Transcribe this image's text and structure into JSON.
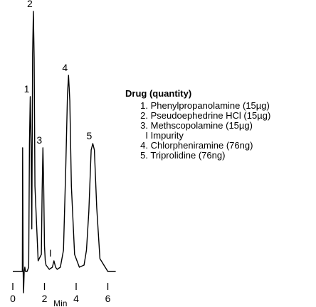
{
  "chart_data": {
    "type": "line",
    "title": "",
    "xlabel": "Min",
    "ylabel": "",
    "xlim": [
      0,
      6.5
    ],
    "x_ticks": [
      0,
      2,
      4,
      6
    ],
    "grid": false,
    "series": [
      {
        "x": [
          0,
          0.3,
          0.6,
          0.62,
          0.65,
          0.68,
          0.72,
          0.76,
          0.8,
          0.9,
          1.0,
          1.05,
          1.1,
          1.15,
          1.2,
          1.25,
          1.3,
          1.35,
          1.4,
          1.6,
          1.8,
          1.85,
          1.9,
          1.95,
          2.0,
          2.05,
          2.1,
          2.3,
          2.5,
          2.6,
          2.7,
          2.8,
          3.0,
          3.2,
          3.35,
          3.45,
          3.52,
          3.6,
          3.7,
          3.9,
          4.2,
          4.5,
          4.65,
          4.8,
          4.95,
          5.05,
          5.15,
          5.3,
          5.5,
          6.0,
          6.5
        ],
        "y": [
          0,
          0,
          0,
          58,
          0,
          -10,
          0,
          2,
          0,
          0,
          2,
          60,
          82,
          60,
          20,
          102,
          122,
          100,
          40,
          5,
          8,
          38,
          58,
          40,
          12,
          5,
          3,
          1,
          2,
          5,
          2,
          1,
          2,
          10,
          50,
          83,
          92,
          80,
          40,
          8,
          2,
          3,
          10,
          28,
          57,
          60,
          57,
          30,
          6,
          0,
          0
        ]
      }
    ],
    "annotations": [
      {
        "label": "1",
        "x": 1.1,
        "y": 82
      },
      {
        "label": "2",
        "x": 1.3,
        "y": 122
      },
      {
        "label": "3",
        "x": 1.9,
        "y": 58
      },
      {
        "label": "I",
        "x": 2.6,
        "y": 5
      },
      {
        "label": "4",
        "x": 3.52,
        "y": 92
      },
      {
        "label": "5",
        "x": 5.05,
        "y": 60
      }
    ]
  },
  "legend": {
    "title": "Drug (quantity)",
    "items": [
      {
        "num": "1.",
        "text": "Phenylpropanolamine  (15µg)"
      },
      {
        "num": "2.",
        "text": "Pseudoephedrine HCl  (15µg)"
      },
      {
        "num": "3.",
        "text": "Methscopolamine  (15µg)"
      },
      {
        "num": "I",
        "text": "Impurity"
      },
      {
        "num": "4.",
        "text": "Chlorpheniramine  (76ng)"
      },
      {
        "num": "5.",
        "text": "Triprolidine  (76ng)"
      }
    ]
  }
}
